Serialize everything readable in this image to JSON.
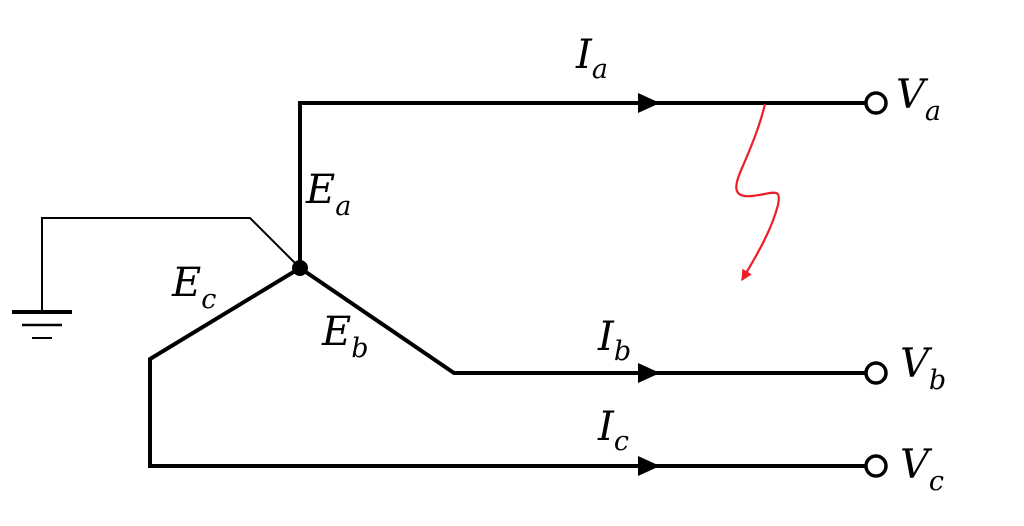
{
  "labels": {
    "current_a": {
      "main": "I",
      "sub": "a"
    },
    "current_b": {
      "main": "I",
      "sub": "b"
    },
    "current_c": {
      "main": "I",
      "sub": "c"
    },
    "emf_a": {
      "main": "E",
      "sub": "a"
    },
    "emf_b": {
      "main": "E",
      "sub": "b"
    },
    "emf_c": {
      "main": "E",
      "sub": "c"
    },
    "voltage_a": {
      "main": "V",
      "sub": "a"
    },
    "voltage_b": {
      "main": "V",
      "sub": "b"
    },
    "voltage_c": {
      "main": "V",
      "sub": "c"
    }
  },
  "icons": {
    "ground": "ground-icon",
    "fault": "lightning-fault-icon"
  },
  "colors": {
    "wire": "#000000",
    "fault": "#ee1c25"
  }
}
